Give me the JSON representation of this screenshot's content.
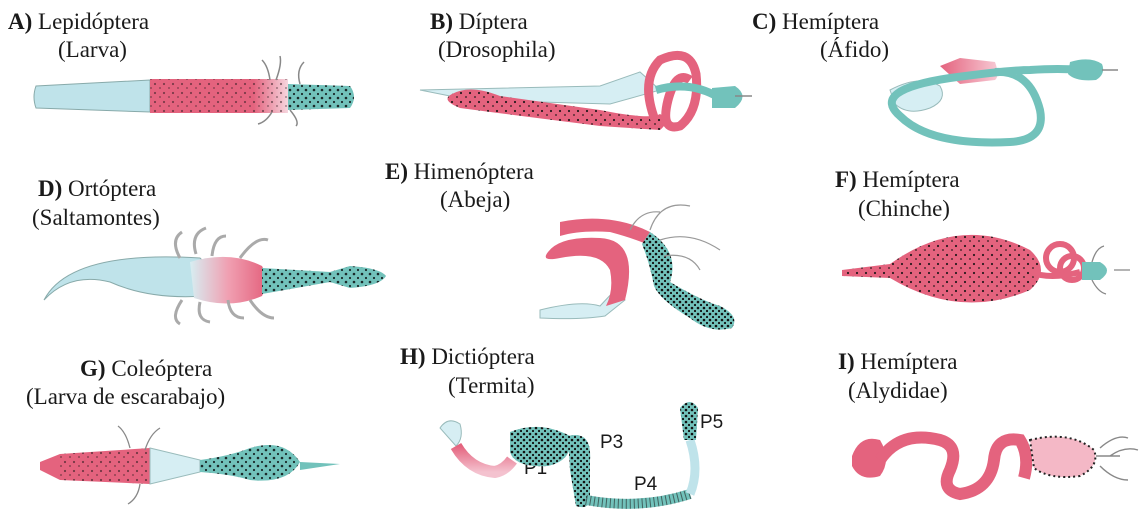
{
  "colors": {
    "foregut": "#bfe3ea",
    "midgut": "#e4637e",
    "hindgut": "#72c2bb",
    "outline": "#6a6a6a",
    "dots": "#1a1a1a"
  },
  "panels": [
    {
      "letter": "A)",
      "order": "Lepidóptera",
      "common": "(Larva)"
    },
    {
      "letter": "B)",
      "order": "Díptera",
      "common": "(Drosophila)"
    },
    {
      "letter": "C)",
      "order": "Hemíptera",
      "common": "(Áfido)"
    },
    {
      "letter": "D)",
      "order": "Ortóptera",
      "common": "(Saltamontes)"
    },
    {
      "letter": "E)",
      "order": "Himenóptera",
      "common": "(Abeja)"
    },
    {
      "letter": "F)",
      "order": "Hemíptera",
      "common": "(Chinche)"
    },
    {
      "letter": "G)",
      "order": "Coleóptera",
      "common": "(Larva de escarabajo)"
    },
    {
      "letter": "H)",
      "order": "Dictióptera",
      "common": "(Termita)"
    },
    {
      "letter": "I)",
      "order": "Hemíptera",
      "common": "(Alydidae)"
    }
  ],
  "termite_segments": [
    "P1",
    "P3",
    "P4",
    "P5"
  ]
}
